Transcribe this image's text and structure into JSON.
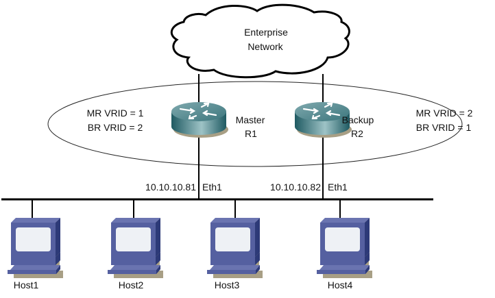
{
  "diagram": {
    "title": "VRRP load sharing topology",
    "cloud": {
      "line1": "Enterprise",
      "line2": "Network"
    },
    "routers": [
      {
        "id": "R1",
        "role": "Master",
        "name": "R1",
        "ip": "10.10.10.81",
        "interface": "Eth1",
        "mr_vrid": "MR VRID = 1",
        "br_vrid": "BR VRID = 2"
      },
      {
        "id": "R2",
        "role": "Backup",
        "name": "R2",
        "ip": "10.10.10.82",
        "interface": "Eth1",
        "mr_vrid": "MR VRID = 2",
        "br_vrid": "BR VRID = 1"
      }
    ],
    "hosts": [
      {
        "label": "Host1"
      },
      {
        "label": "Host2"
      },
      {
        "label": "Host3"
      },
      {
        "label": "Host4"
      }
    ],
    "colors": {
      "router_top": "#5f8f96",
      "router_side": "#2f6b73",
      "computer_body": "#5560a0",
      "computer_dark": "#2d3a78",
      "computer_screen": "#eef1f5",
      "shadow": "#a89f85"
    }
  }
}
